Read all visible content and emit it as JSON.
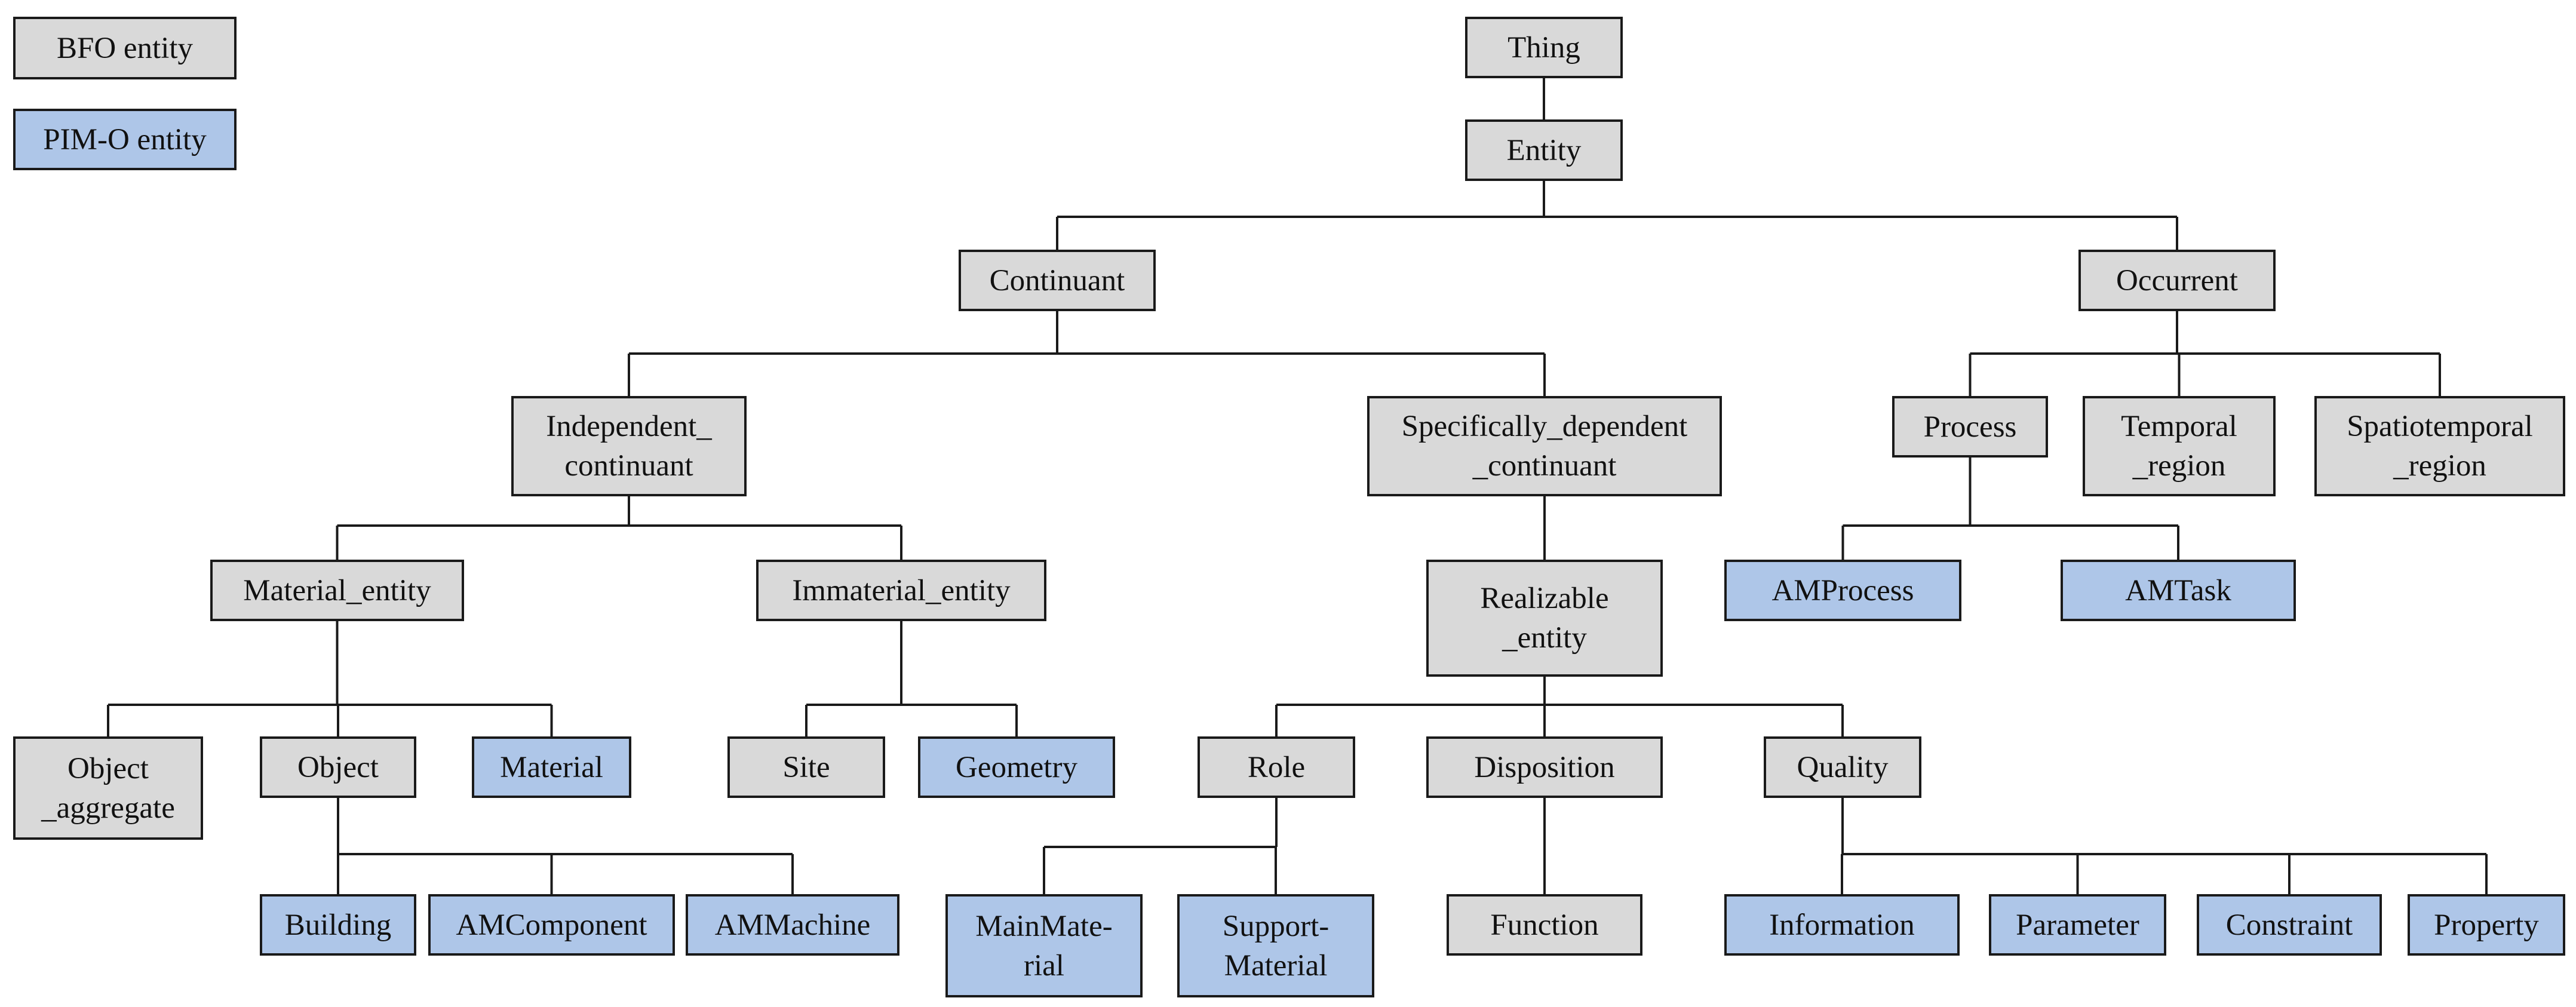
{
  "colors": {
    "bfo": "#d9d9d9",
    "pim": "#aec6e8",
    "line": "#1a1a1a"
  },
  "legend": [
    {
      "id": "legend-bfo",
      "label": "BFO entity",
      "kind": "bfo"
    },
    {
      "id": "legend-pim",
      "label": "PIM-O entity",
      "kind": "pim"
    }
  ],
  "nodes": [
    {
      "id": "thing",
      "label": "Thing",
      "kind": "bfo"
    },
    {
      "id": "entity",
      "label": "Entity",
      "kind": "bfo"
    },
    {
      "id": "continuant",
      "label": "Continuant",
      "kind": "bfo"
    },
    {
      "id": "occurrent",
      "label": "Occurrent",
      "kind": "bfo"
    },
    {
      "id": "independent-continuant",
      "label": "Independent_\ncontinuant",
      "kind": "bfo"
    },
    {
      "id": "specifically-dependent-continuant",
      "label": "Specifically_dependent\n_continuant",
      "kind": "bfo"
    },
    {
      "id": "process",
      "label": "Process",
      "kind": "bfo"
    },
    {
      "id": "temporal-region",
      "label": "Temporal\n_region",
      "kind": "bfo"
    },
    {
      "id": "spatiotemporal-region",
      "label": "Spatiotemporal\n_region",
      "kind": "bfo"
    },
    {
      "id": "material-entity",
      "label": "Material_entity",
      "kind": "bfo"
    },
    {
      "id": "immaterial-entity",
      "label": "Immaterial_entity",
      "kind": "bfo"
    },
    {
      "id": "realizable-entity",
      "label": "Realizable\n_entity",
      "kind": "bfo"
    },
    {
      "id": "amprocess",
      "label": "AMProcess",
      "kind": "pim"
    },
    {
      "id": "amtask",
      "label": "AMTask",
      "kind": "pim"
    },
    {
      "id": "object-aggregate",
      "label": "Object\n_aggregate",
      "kind": "bfo"
    },
    {
      "id": "object",
      "label": "Object",
      "kind": "bfo"
    },
    {
      "id": "material",
      "label": "Material",
      "kind": "pim"
    },
    {
      "id": "site",
      "label": "Site",
      "kind": "bfo"
    },
    {
      "id": "geometry",
      "label": "Geometry",
      "kind": "pim"
    },
    {
      "id": "role",
      "label": "Role",
      "kind": "bfo"
    },
    {
      "id": "disposition",
      "label": "Disposition",
      "kind": "bfo"
    },
    {
      "id": "quality",
      "label": "Quality",
      "kind": "bfo"
    },
    {
      "id": "building",
      "label": "Building",
      "kind": "pim"
    },
    {
      "id": "amcomponent",
      "label": "AMComponent",
      "kind": "pim"
    },
    {
      "id": "ammachine",
      "label": "AMMachine",
      "kind": "pim"
    },
    {
      "id": "mainmaterial",
      "label": "MainMate-\nrial",
      "kind": "pim"
    },
    {
      "id": "support-material",
      "label": "Support-\nMaterial",
      "kind": "pim"
    },
    {
      "id": "function",
      "label": "Function",
      "kind": "bfo"
    },
    {
      "id": "information",
      "label": "Information",
      "kind": "pim"
    },
    {
      "id": "parameter",
      "label": "Parameter",
      "kind": "pim"
    },
    {
      "id": "constraint",
      "label": "Constraint",
      "kind": "pim"
    },
    {
      "id": "property",
      "label": "Property",
      "kind": "pim"
    }
  ],
  "edges": [
    {
      "parent": "thing",
      "children": [
        "entity"
      ]
    },
    {
      "parent": "entity",
      "children": [
        "continuant",
        "occurrent"
      ]
    },
    {
      "parent": "continuant",
      "children": [
        "independent-continuant",
        "specifically-dependent-continuant"
      ]
    },
    {
      "parent": "occurrent",
      "children": [
        "process",
        "temporal-region",
        "spatiotemporal-region"
      ]
    },
    {
      "parent": "independent-continuant",
      "children": [
        "material-entity",
        "immaterial-entity"
      ]
    },
    {
      "parent": "specifically-dependent-continuant",
      "children": [
        "realizable-entity"
      ]
    },
    {
      "parent": "process",
      "children": [
        "amprocess",
        "amtask"
      ]
    },
    {
      "parent": "material-entity",
      "children": [
        "object-aggregate",
        "object",
        "material"
      ]
    },
    {
      "parent": "immaterial-entity",
      "children": [
        "site",
        "geometry"
      ]
    },
    {
      "parent": "realizable-entity",
      "children": [
        "role",
        "disposition",
        "quality"
      ]
    },
    {
      "parent": "object",
      "children": [
        "building",
        "amcomponent",
        "ammachine"
      ]
    },
    {
      "parent": "role",
      "children": [
        "mainmaterial",
        "support-material"
      ]
    },
    {
      "parent": "disposition",
      "children": [
        "function"
      ]
    },
    {
      "parent": "quality",
      "children": [
        "information",
        "parameter",
        "constraint",
        "property"
      ]
    }
  ]
}
